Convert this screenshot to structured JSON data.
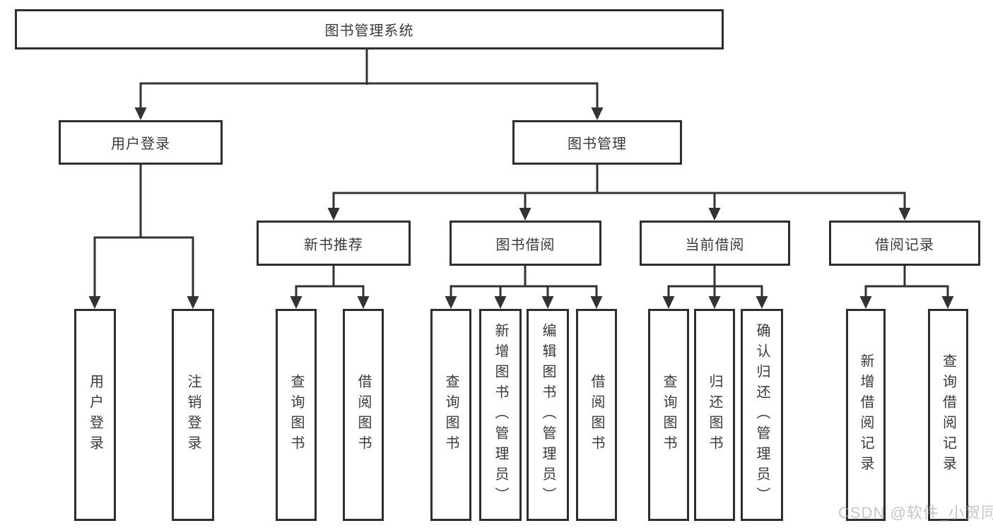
{
  "diagram": {
    "tree": {
      "root": {
        "label": "图书管理系统",
        "children": [
          {
            "label": "用户登录",
            "children": [
              {
                "label": "用户登录"
              },
              {
                "label": "注销登录"
              }
            ]
          },
          {
            "label": "图书管理",
            "children": [
              {
                "label": "新书推荐",
                "children": [
                  {
                    "label": "查询图书"
                  },
                  {
                    "label": "借阅图书"
                  }
                ]
              },
              {
                "label": "图书借阅",
                "children": [
                  {
                    "label": "查询图书"
                  },
                  {
                    "label": "新增图书（管理员）"
                  },
                  {
                    "label": "编辑图书（管理员）"
                  },
                  {
                    "label": "借阅图书"
                  }
                ]
              },
              {
                "label": "当前借阅",
                "children": [
                  {
                    "label": "查询图书"
                  },
                  {
                    "label": "归还图书"
                  },
                  {
                    "label": "确认归还（管理员）"
                  }
                ]
              },
              {
                "label": "借阅记录",
                "children": [
                  {
                    "label": "新增借阅记录"
                  },
                  {
                    "label": "查询借阅记录"
                  }
                ]
              }
            ]
          }
        ]
      }
    },
    "colors": {
      "line": "#333333",
      "box_border": "#2e2e2e",
      "box_background": "#ffffff",
      "text": "#3a3a3a",
      "watermark_text": "#9ea3ac"
    }
  },
  "watermark": {
    "text": "CSDN @软件_小贺同学"
  }
}
